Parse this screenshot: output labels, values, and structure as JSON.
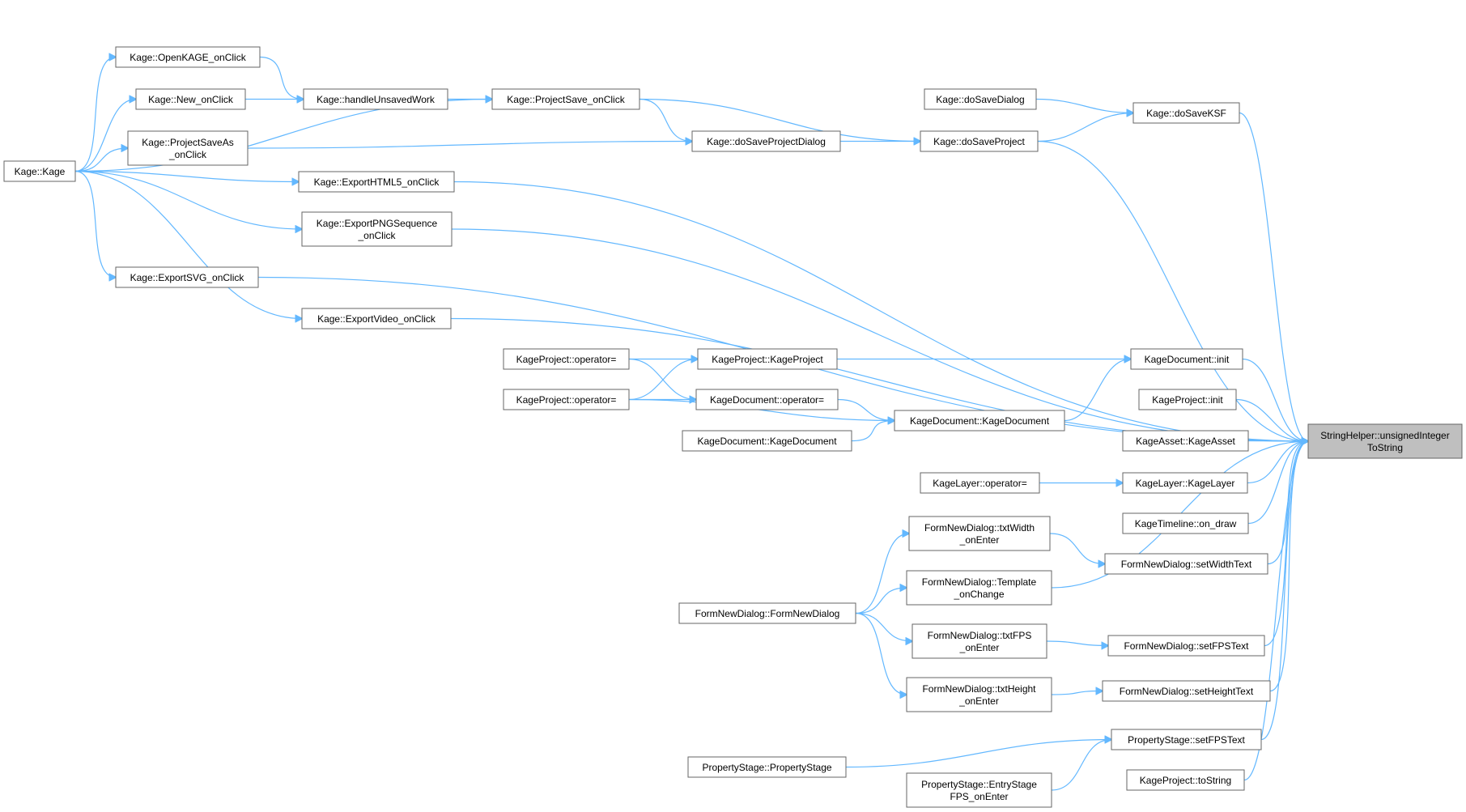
{
  "graph": {
    "colors": {
      "edge": "#63b8ff",
      "node_border": "#666666",
      "target_fill": "#bfbfbf"
    },
    "target_id": "target",
    "nodes": [
      {
        "id": "kage",
        "lines": [
          "Kage::Kage"
        ]
      },
      {
        "id": "openkage",
        "lines": [
          "Kage::OpenKAGE_onClick"
        ]
      },
      {
        "id": "newclick",
        "lines": [
          "Kage::New_onClick"
        ]
      },
      {
        "id": "handleunsaved",
        "lines": [
          "Kage::handleUnsavedWork"
        ]
      },
      {
        "id": "projsaveclick",
        "lines": [
          "Kage::ProjectSave_onClick"
        ]
      },
      {
        "id": "projsaveas",
        "lines": [
          "Kage::ProjectSaveAs",
          "_onClick"
        ]
      },
      {
        "id": "dosaveprojdlg",
        "lines": [
          "Kage::doSaveProjectDialog"
        ]
      },
      {
        "id": "dosavedialog",
        "lines": [
          "Kage::doSaveDialog"
        ]
      },
      {
        "id": "dosaveproject",
        "lines": [
          "Kage::doSaveProject"
        ]
      },
      {
        "id": "dosaveksf",
        "lines": [
          "Kage::doSaveKSF"
        ]
      },
      {
        "id": "exporthtml5",
        "lines": [
          "Kage::ExportHTML5_onClick"
        ]
      },
      {
        "id": "exportpng",
        "lines": [
          "Kage::ExportPNGSequence",
          "_onClick"
        ]
      },
      {
        "id": "exportsvg",
        "lines": [
          "Kage::ExportSVG_onClick"
        ]
      },
      {
        "id": "exportvideo",
        "lines": [
          "Kage::ExportVideo_onClick"
        ]
      },
      {
        "id": "kpopeq1",
        "lines": [
          "KageProject::operator="
        ]
      },
      {
        "id": "kpopeq2",
        "lines": [
          "KageProject::operator="
        ]
      },
      {
        "id": "kpctor",
        "lines": [
          "KageProject::KageProject"
        ]
      },
      {
        "id": "kdopeq",
        "lines": [
          "KageDocument::operator="
        ]
      },
      {
        "id": "kdctor1",
        "lines": [
          "KageDocument::KageDocument"
        ]
      },
      {
        "id": "kdctor2",
        "lines": [
          "KageDocument::KageDocument"
        ]
      },
      {
        "id": "kdinit",
        "lines": [
          "KageDocument::init"
        ]
      },
      {
        "id": "kpinit",
        "lines": [
          "KageProject::init"
        ]
      },
      {
        "id": "kassetctor",
        "lines": [
          "KageAsset::KageAsset"
        ]
      },
      {
        "id": "klopeq",
        "lines": [
          "KageLayer::operator="
        ]
      },
      {
        "id": "klctor",
        "lines": [
          "KageLayer::KageLayer"
        ]
      },
      {
        "id": "ktondraw",
        "lines": [
          "KageTimeline::on_draw"
        ]
      },
      {
        "id": "fnd",
        "lines": [
          "FormNewDialog::FormNewDialog"
        ]
      },
      {
        "id": "fndtxtwidth",
        "lines": [
          "FormNewDialog::txtWidth",
          "_onEnter"
        ]
      },
      {
        "id": "fndtemplate",
        "lines": [
          "FormNewDialog::Template",
          "_onChange"
        ]
      },
      {
        "id": "fndtxtfps",
        "lines": [
          "FormNewDialog::txtFPS",
          "_onEnter"
        ]
      },
      {
        "id": "fndtxtheight",
        "lines": [
          "FormNewDialog::txtHeight",
          "_onEnter"
        ]
      },
      {
        "id": "fndsetwidth",
        "lines": [
          "FormNewDialog::setWidthText"
        ]
      },
      {
        "id": "fndsetfps",
        "lines": [
          "FormNewDialog::setFPSText"
        ]
      },
      {
        "id": "fndsetheight",
        "lines": [
          "FormNewDialog::setHeightText"
        ]
      },
      {
        "id": "psctor",
        "lines": [
          "PropertyStage::PropertyStage"
        ]
      },
      {
        "id": "psentry",
        "lines": [
          "PropertyStage::EntryStage",
          "FPS_onEnter"
        ]
      },
      {
        "id": "pssetfps",
        "lines": [
          "PropertyStage::setFPSText"
        ]
      },
      {
        "id": "kptostring",
        "lines": [
          "KageProject::toString"
        ]
      },
      {
        "id": "target",
        "lines": [
          "StringHelper::unsignedInteger",
          "ToString"
        ]
      }
    ],
    "edges": [
      [
        "kage",
        "openkage"
      ],
      [
        "kage",
        "newclick"
      ],
      [
        "kage",
        "projsaveas"
      ],
      [
        "kage",
        "projsaveclick"
      ],
      [
        "kage",
        "exporthtml5"
      ],
      [
        "kage",
        "exportpng"
      ],
      [
        "kage",
        "exportsvg"
      ],
      [
        "kage",
        "exportvideo"
      ],
      [
        "openkage",
        "handleunsaved"
      ],
      [
        "newclick",
        "handleunsaved"
      ],
      [
        "handleunsaved",
        "projsaveclick"
      ],
      [
        "projsaveclick",
        "dosaveprojdlg"
      ],
      [
        "projsaveclick",
        "dosaveproject"
      ],
      [
        "projsaveas",
        "dosaveprojdlg"
      ],
      [
        "dosaveprojdlg",
        "dosaveproject"
      ],
      [
        "dosavedialog",
        "dosaveksf"
      ],
      [
        "dosaveproject",
        "dosaveksf"
      ],
      [
        "dosaveksf",
        "target"
      ],
      [
        "dosaveproject",
        "target"
      ],
      [
        "exporthtml5",
        "target"
      ],
      [
        "exportpng",
        "target"
      ],
      [
        "exportsvg",
        "target"
      ],
      [
        "exportvideo",
        "target"
      ],
      [
        "kpopeq1",
        "kpctor"
      ],
      [
        "kpopeq1",
        "kdopeq"
      ],
      [
        "kpopeq2",
        "kpctor"
      ],
      [
        "kpopeq2",
        "kdopeq"
      ],
      [
        "kpopeq2",
        "kdctor2"
      ],
      [
        "kpctor",
        "kdinit"
      ],
      [
        "kdopeq",
        "kdctor2"
      ],
      [
        "kdctor1",
        "kdctor2"
      ],
      [
        "kdctor2",
        "kdinit"
      ],
      [
        "kdinit",
        "target"
      ],
      [
        "kpinit",
        "target"
      ],
      [
        "kassetctor",
        "target"
      ],
      [
        "klopeq",
        "klctor"
      ],
      [
        "klctor",
        "target"
      ],
      [
        "ktondraw",
        "target"
      ],
      [
        "fnd",
        "fndtxtwidth"
      ],
      [
        "fnd",
        "fndtemplate"
      ],
      [
        "fnd",
        "fndtxtfps"
      ],
      [
        "fnd",
        "fndtxtheight"
      ],
      [
        "fndtxtwidth",
        "fndsetwidth"
      ],
      [
        "fndtxtfps",
        "fndsetfps"
      ],
      [
        "fndtxtheight",
        "fndsetheight"
      ],
      [
        "fndsetwidth",
        "target"
      ],
      [
        "fndtemplate",
        "target"
      ],
      [
        "fndsetfps",
        "target"
      ],
      [
        "fndsetheight",
        "target"
      ],
      [
        "psctor",
        "pssetfps"
      ],
      [
        "psentry",
        "pssetfps"
      ],
      [
        "pssetfps",
        "target"
      ],
      [
        "kptostring",
        "target"
      ]
    ]
  }
}
